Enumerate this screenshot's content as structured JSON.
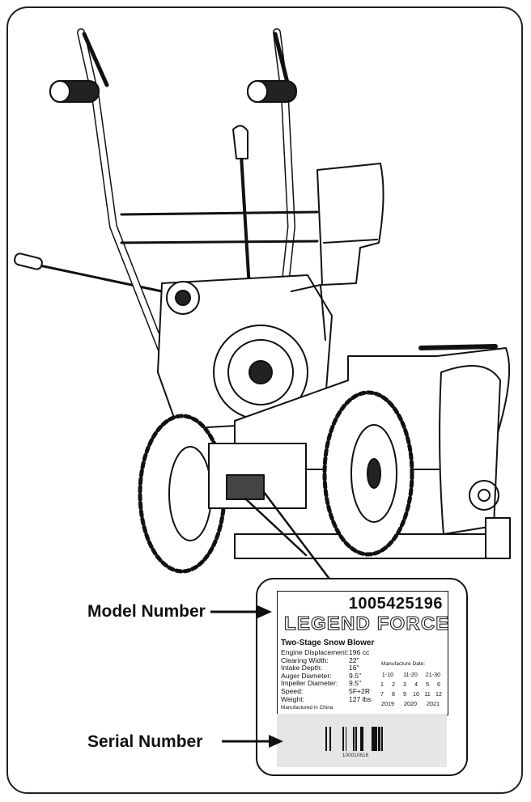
{
  "labels": {
    "model_number": "Model Number",
    "serial_number": "Serial Number"
  },
  "nameplate": {
    "model_code": "1005425196",
    "brand": "LEGEND FORCE",
    "product": "Two-Stage Snow Blower",
    "specs": [
      {
        "name": "Engine Displacement:",
        "value": "196 cc"
      },
      {
        "name": "Clearing Width:",
        "value": "22\""
      },
      {
        "name": "Intake Depth:",
        "value": "16\""
      },
      {
        "name": "Auger Diameter:",
        "value": "9.5\""
      },
      {
        "name": "Impeller Diameter:",
        "value": "9.5\""
      },
      {
        "name": "Speed:",
        "value": "5F+2R"
      },
      {
        "name": "Weight:",
        "value": "127 lbs"
      }
    ],
    "origin": "Manufactured in China",
    "manufacture_date": {
      "title": "Manufacture Date:",
      "rows": [
        [
          "1-10",
          "11-20",
          "21-30"
        ],
        [
          "1",
          "2",
          "3",
          "4",
          "5",
          "6"
        ],
        [
          "7",
          "8",
          "9",
          "10",
          "11",
          "12"
        ],
        [
          "2019",
          "2020",
          "2021"
        ]
      ]
    },
    "serial_code": "100010616"
  }
}
